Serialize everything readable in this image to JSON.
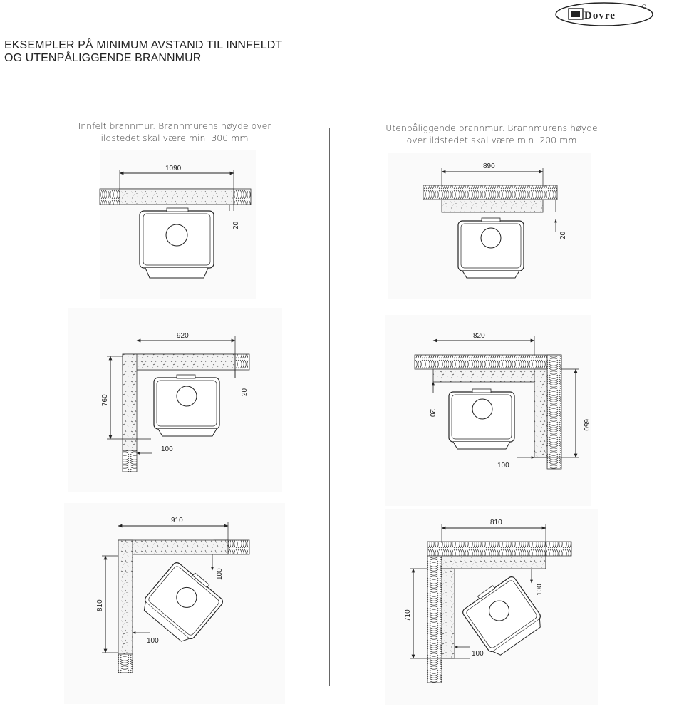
{
  "brand": {
    "name": "Dovre"
  },
  "heading": {
    "line1": "EKSEMPLER PÅ MINIMUM AVSTAND TIL INNFELDT",
    "line2": "OG UTENPÅLIGGENDE BRANNMUR"
  },
  "left_column": {
    "caption_line1": "Innfelt brannmur. Brannmurens høyde over",
    "caption_line2": "ildstedet skal være min. 300 mm",
    "diagrams": [
      {
        "width": "1090",
        "gap": "20"
      },
      {
        "width": "920",
        "depth": "760",
        "gap_wall": "20",
        "gap_side": "100"
      },
      {
        "width": "910",
        "depth": "810",
        "gap_back": "100",
        "gap_side": "100"
      }
    ]
  },
  "right_column": {
    "caption_line1": "Utenpåliggende brannmur. Brannmurens høyde",
    "caption_line2": "over ildstedet skal være  min. 200 mm",
    "diagrams": [
      {
        "width": "890",
        "gap": "20"
      },
      {
        "width": "820",
        "depth": "650",
        "gap_wall": "20",
        "gap_side": "100"
      },
      {
        "width": "810",
        "depth": "710",
        "gap_back": "100",
        "gap_side": "100"
      }
    ]
  }
}
